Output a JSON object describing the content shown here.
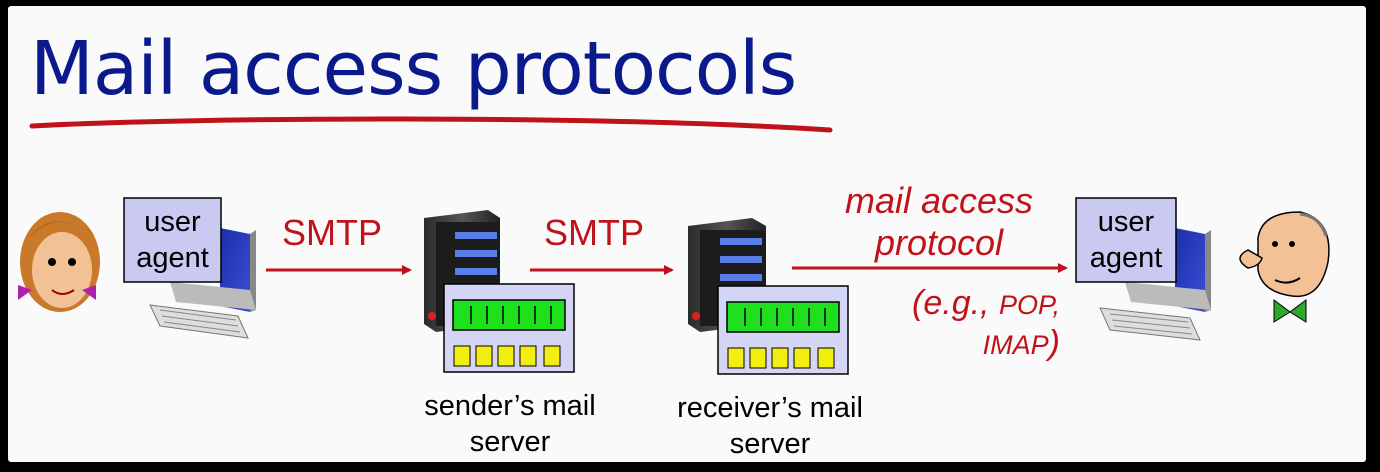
{
  "title": "Mail access protocols",
  "left_agent": {
    "line1": "user",
    "line2": "agent"
  },
  "right_agent": {
    "line1": "user",
    "line2": "agent"
  },
  "arrows": {
    "smtp1": "SMTP",
    "smtp2": "SMTP",
    "access_line1": "mail access",
    "access_line2": "protocol",
    "examples_open": "(e.g., ",
    "examples_pop": "POP,",
    "examples_imap": "IMAP",
    "examples_close": ")"
  },
  "servers": {
    "sender_line1": "sender’s mail",
    "sender_line2": "server",
    "receiver_line1": "receiver’s mail",
    "receiver_line2": "server"
  },
  "colors": {
    "title": "#0a1a8c",
    "protocol": "#c0121b",
    "agent_box": "#c9c9f2",
    "server_box": "#d4d4f4",
    "led_green": "#1ee01e",
    "led_yellow": "#f2ee10"
  }
}
